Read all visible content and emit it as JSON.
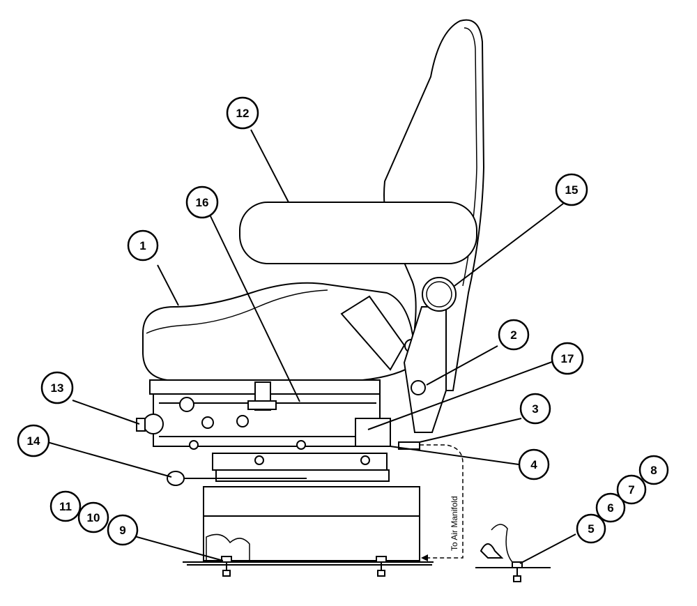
{
  "diagram": {
    "callouts": [
      {
        "id": "c1",
        "label": "1"
      },
      {
        "id": "c2",
        "label": "2"
      },
      {
        "id": "c3",
        "label": "3"
      },
      {
        "id": "c4",
        "label": "4"
      },
      {
        "id": "c5",
        "label": "5"
      },
      {
        "id": "c6",
        "label": "6"
      },
      {
        "id": "c7",
        "label": "7"
      },
      {
        "id": "c8",
        "label": "8"
      },
      {
        "id": "c9",
        "label": "9"
      },
      {
        "id": "c10",
        "label": "10"
      },
      {
        "id": "c11",
        "label": "11"
      },
      {
        "id": "c12",
        "label": "12"
      },
      {
        "id": "c13",
        "label": "13"
      },
      {
        "id": "c14",
        "label": "14"
      },
      {
        "id": "c15",
        "label": "15"
      },
      {
        "id": "c16",
        "label": "16"
      },
      {
        "id": "c17",
        "label": "17"
      }
    ],
    "air_line_label": "To Air Manifold"
  }
}
